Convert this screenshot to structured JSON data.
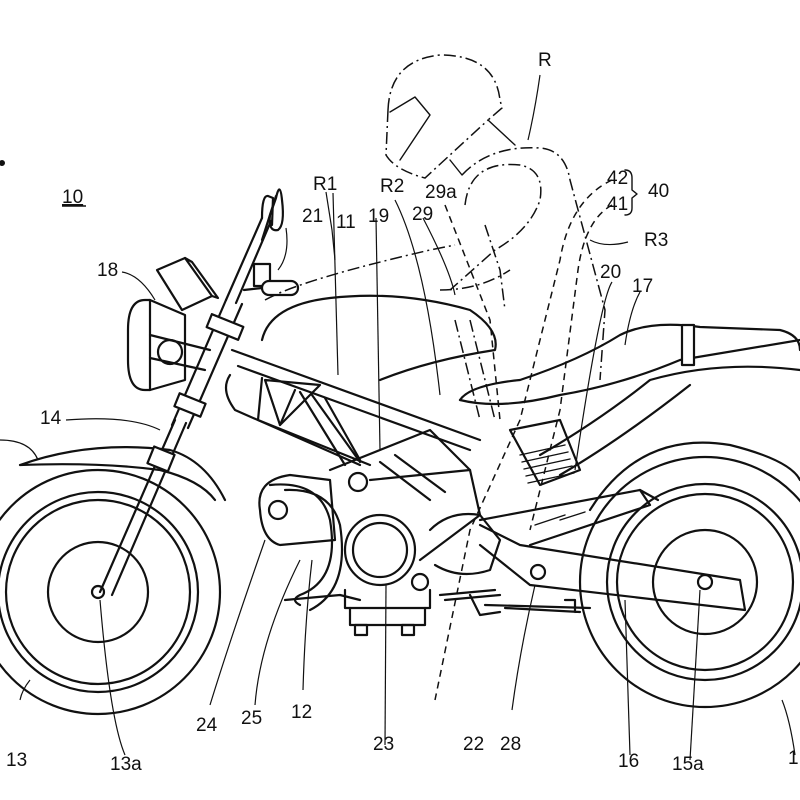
{
  "figure": {
    "title_reference": "10",
    "subject": "motorcycle with rider - side view patent drawing",
    "labels": {
      "R": "R",
      "R1": "R1",
      "R2": "R2",
      "R3": "R3",
      "n10": "10",
      "n11": "11",
      "n12": "12",
      "n13": "13",
      "n13a": "13a",
      "n14": "14",
      "n15": "1",
      "n15a": "15a",
      "n16": "16",
      "n17": "17",
      "n18": "18",
      "n19": "19",
      "n20": "20",
      "n21": "21",
      "n22": "22",
      "n23": "23",
      "n24": "24",
      "n25": "25",
      "n28": "28",
      "n29": "29",
      "n29a": "29a",
      "n40": "40",
      "n41": "41",
      "n42": "42"
    }
  }
}
